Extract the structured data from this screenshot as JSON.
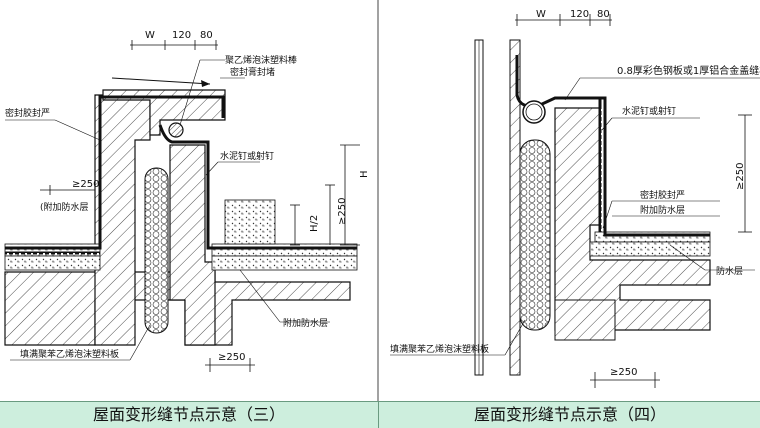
{
  "captions": {
    "left": "屋面变形缝节点示意（三）",
    "right": "屋面变形缝节点示意（四）"
  },
  "left_diagram": {
    "dim_w": "W",
    "dim_120": "120",
    "dim_80": "80",
    "label_foam_rod": "聚乙烯泡沫塑料棒",
    "label_sealant": "密封膏封堵",
    "label_seal_strict": "密封胶封严",
    "label_nail": "水泥钉或射钉",
    "dim_250_a": "≥250",
    "label_extra_layer_a": "(附加防水层",
    "dim_h2": "H/2",
    "dim_250_v": "≥250",
    "dim_h": "H",
    "label_extra_layer_b": "附加防水层",
    "label_fill_board": "填满聚苯乙烯泡沫塑料板",
    "dim_250_b": "≥250"
  },
  "right_diagram": {
    "dim_w": "W",
    "dim_120": "120",
    "dim_80": "80",
    "label_plate": "0.8厚彩色钢板或1厚铝合金盖缝板",
    "label_nail": "水泥钉或射钉",
    "dim_250_v": "≥250",
    "label_seal_strict": "密封胶封严",
    "label_extra_layer": "附加防水层",
    "label_waterproof": "防水层",
    "label_fill_board": "填满聚苯乙烯泡沫塑料板",
    "dim_250_b": "≥250"
  }
}
